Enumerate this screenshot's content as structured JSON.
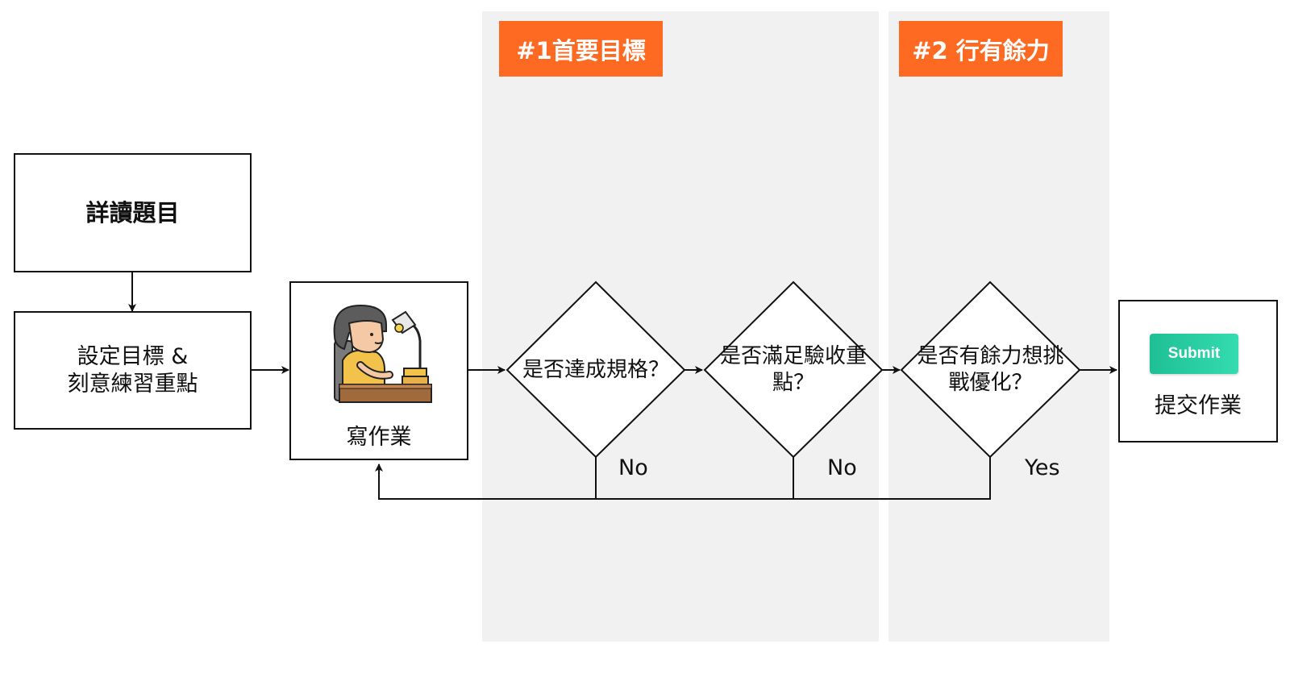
{
  "lanes": [
    {
      "tag": "#1首要目標",
      "color": "#fe6a22"
    },
    {
      "tag": "#2 行有餘力",
      "color": "#fe6a22"
    }
  ],
  "nodes": {
    "read": "詳讀題目",
    "goal": "設定目標 &\n刻意練習重點",
    "homework": "寫作業",
    "spec": "是否達成規格？",
    "accept": "是否滿足驗收重\n點？",
    "optimize": "是否有餘力想挑\n戰優化？",
    "submit_label": "提交作業",
    "submit_button": "Submit"
  },
  "edges": {
    "no1": "No",
    "no2": "No",
    "yes": "Yes"
  },
  "icons": {
    "student": "student-writing-at-desk-icon"
  }
}
